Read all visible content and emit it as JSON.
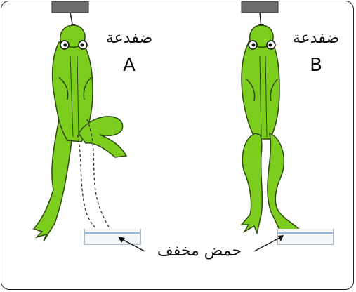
{
  "frog_a": {
    "name": "ضفدعة",
    "letter": "A"
  },
  "frog_b": {
    "name": "ضفدعة",
    "letter": "B"
  },
  "acid_label": "حمض مخفف",
  "colors": {
    "frog_fill": "#7ccd1e",
    "frog_outline": "#2b4a0e",
    "clamp": "#6b6b6b",
    "liquid": "#6aa0d8",
    "beaker": "#9aa6b0"
  }
}
